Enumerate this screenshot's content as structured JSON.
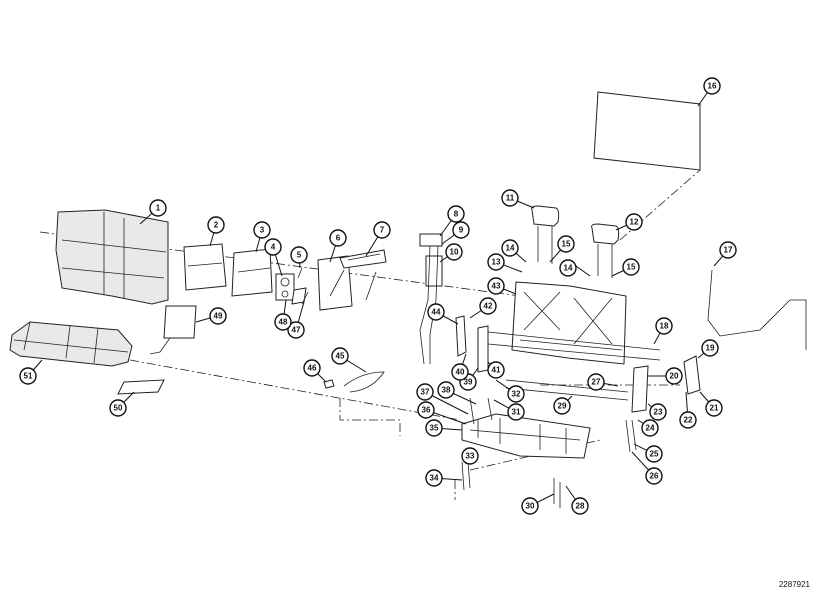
{
  "callouts": [
    "1",
    "2",
    "3",
    "4",
    "5",
    "6",
    "7",
    "8",
    "9",
    "10",
    "11",
    "12",
    "13",
    "14",
    "15",
    "16",
    "17",
    "18",
    "19",
    "20",
    "21",
    "22",
    "23",
    "24",
    "25",
    "26",
    "27",
    "28",
    "29",
    "30",
    "31",
    "32",
    "33",
    "34",
    "35",
    "36",
    "37",
    "38",
    "39",
    "40",
    "41",
    "42",
    "43",
    "44",
    "45",
    "46",
    "47",
    "48",
    "49",
    "50",
    "51"
  ],
  "drawing_id": "2287921"
}
